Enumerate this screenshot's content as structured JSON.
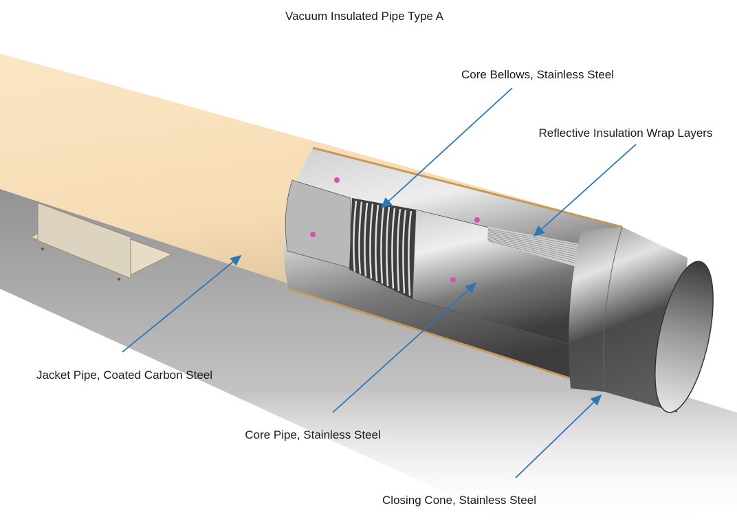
{
  "title": "Vacuum Insulated Pipe Type A",
  "colors": {
    "jacket": "#f7dfb8",
    "jacket_shadow": "#c9b08c",
    "steel_light": "#e6e6e6",
    "steel_dark": "#444444",
    "leader": "#2e75b6",
    "pin": "#d94fb0",
    "shadow": "#8a8a8a"
  },
  "callouts": [
    {
      "id": "core-bellows",
      "text": "Core Bellows, Stainless Steel"
    },
    {
      "id": "reflective-insulation",
      "text": "Reflective Insulation Wrap Layers"
    },
    {
      "id": "jacket-pipe",
      "text": "Jacket Pipe, Coated Carbon Steel"
    },
    {
      "id": "core-pipe",
      "text": "Core Pipe, Stainless Steel"
    },
    {
      "id": "closing-cone",
      "text": "Closing Cone, Stainless Steel"
    }
  ]
}
